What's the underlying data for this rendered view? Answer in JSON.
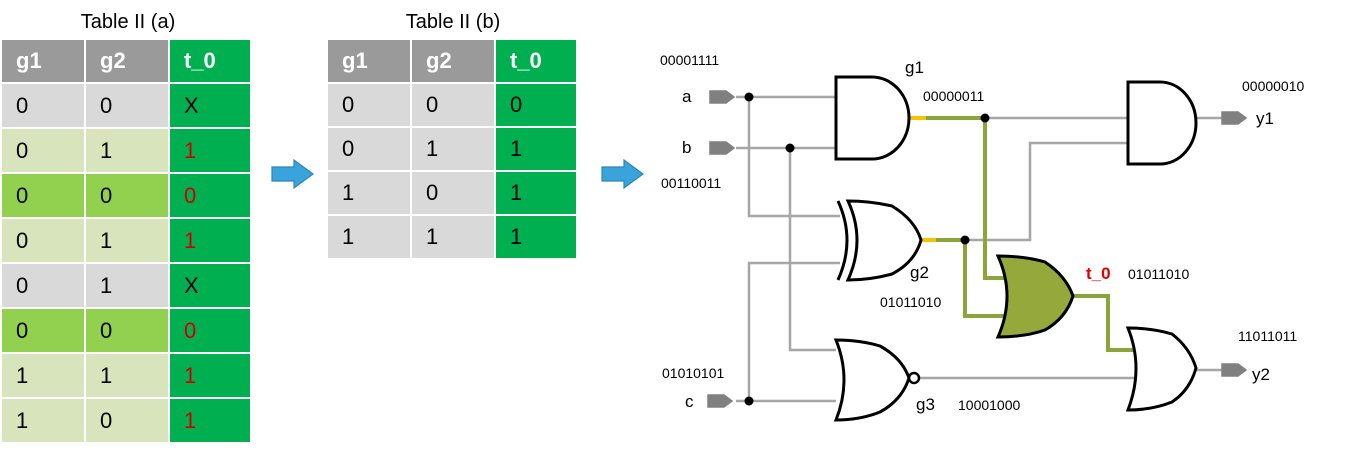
{
  "table_a": {
    "title": "Table II (a)",
    "headers": [
      "g1",
      "g2",
      "t_0"
    ],
    "rows": [
      {
        "cells": [
          "0",
          "0",
          "X"
        ],
        "bg": "#d9d9d9",
        "red": false
      },
      {
        "cells": [
          "0",
          "1",
          "1"
        ],
        "bg": "#d8e4bc",
        "red": true
      },
      {
        "cells": [
          "0",
          "0",
          "0"
        ],
        "bg": "#92d050",
        "red": true
      },
      {
        "cells": [
          "0",
          "1",
          "1"
        ],
        "bg": "#d8e4bc",
        "red": true
      },
      {
        "cells": [
          "0",
          "1",
          "X"
        ],
        "bg": "#d9d9d9",
        "red": false
      },
      {
        "cells": [
          "0",
          "0",
          "0"
        ],
        "bg": "#92d050",
        "red": true
      },
      {
        "cells": [
          "1",
          "1",
          "1"
        ],
        "bg": "#d8e4bc",
        "red": true
      },
      {
        "cells": [
          "1",
          "0",
          "1"
        ],
        "bg": "#d8e4bc",
        "red": true
      }
    ]
  },
  "table_b": {
    "title": "Table II (b)",
    "headers": [
      "g1",
      "g2",
      "t_0"
    ],
    "rows": [
      {
        "cells": [
          "0",
          "0",
          "0"
        ]
      },
      {
        "cells": [
          "0",
          "1",
          "1"
        ]
      },
      {
        "cells": [
          "1",
          "0",
          "1"
        ]
      },
      {
        "cells": [
          "1",
          "1",
          "1"
        ]
      }
    ]
  },
  "circuit": {
    "inputs": {
      "a": {
        "label": "a",
        "value": "00001111"
      },
      "b": {
        "label": "b",
        "value": "00110011"
      },
      "c": {
        "label": "c",
        "value": "01010101"
      }
    },
    "gates": {
      "g1": {
        "label": "g1",
        "type": "AND",
        "value": "00000011"
      },
      "g2": {
        "label": "g2",
        "type": "XOR",
        "value": "01011010"
      },
      "g3": {
        "label": "g3",
        "type": "NOR",
        "value": "10001000"
      },
      "t0": {
        "label": "t_0",
        "type": "OR",
        "value": "01011010"
      }
    },
    "outputs": {
      "y1": {
        "label": "y1",
        "value": "00000010"
      },
      "y2": {
        "label": "y2",
        "value": "11011011"
      }
    }
  },
  "colors": {
    "header_gray": "#9a9a9a",
    "t_col_green": "#00b050",
    "row_gray": "#d9d9d9",
    "highlight_red": "#d00000",
    "arrow_blue": "#3aa3dc",
    "wire_gray": "#a6a6a6",
    "wire_olive": "#8aa63a",
    "wire_yellow": "#f5c400",
    "gate_fill_olive": "#94a83c"
  }
}
